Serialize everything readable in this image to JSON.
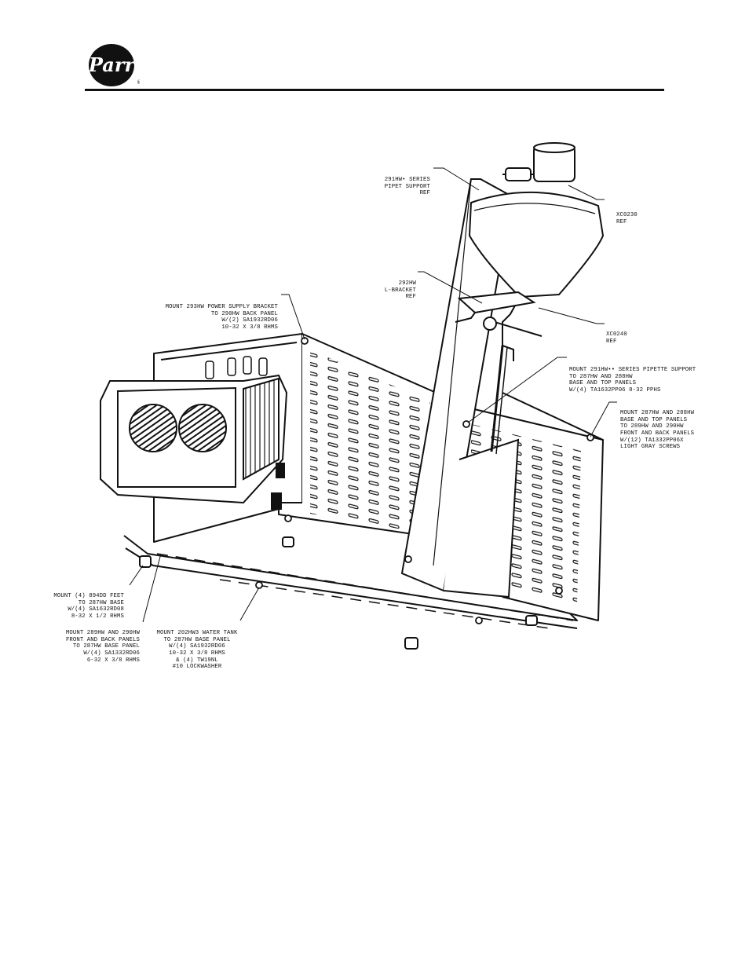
{
  "logo": {
    "text": "Parr",
    "mark": "®"
  },
  "callouts": {
    "pipet_support": [
      "291HW• SERIES",
      "PIPET SUPPORT",
      "REF"
    ],
    "l_bracket": [
      "292HW",
      "L-BRACKET",
      "REF"
    ],
    "xc0230": [
      "XC0230",
      "REF"
    ],
    "xc0240": [
      "XC0240",
      "REF"
    ],
    "power_supply": [
      "MOUNT 293HW POWER SUPPLY BRACKET",
      "TO 290HW BACK PANEL",
      "W/(2) SA1932RD06",
      "10-32 X 3/8 RHMS"
    ],
    "pipette_support_mount": [
      "MOUNT 291HW•• SERIES PIPETTE SUPPORT",
      "TO 287HW AND 288HW",
      "BASE AND TOP PANELS",
      "W/(4) TA1632PP06 8-32 PPHS"
    ],
    "base_top_panels": [
      "MOUNT 287HW AND 288HW",
      "BASE AND TOP PANELS",
      "TO 289HW AND 290HW",
      "FRONT AND BACK PANELS",
      "W/(12) TA1332PP06X",
      "LIGHT GRAY SCREWS"
    ],
    "feet": [
      "MOUNT (4) 894DD FEET",
      "TO 287HW BASE",
      "W/(4) SA1632RD08",
      "8-32 X 1/2 RHMS"
    ],
    "front_back_panels": [
      "MOUNT 289HW AND 290HW",
      "FRONT AND BACK PANELS",
      "TO 287HW BASE PANEL",
      "W/(4) SA1332RD06",
      "6-32 X 3/8 RHMS"
    ],
    "water_tank": [
      "MOUNT 202HW3 WATER TANK",
      "TO 287HW BASE PANEL",
      "W/(4) SA1932RD06",
      "10-32 X 3/8 RHMS",
      "& (4) TW19NL",
      "#10 LOCKWASHER"
    ]
  }
}
